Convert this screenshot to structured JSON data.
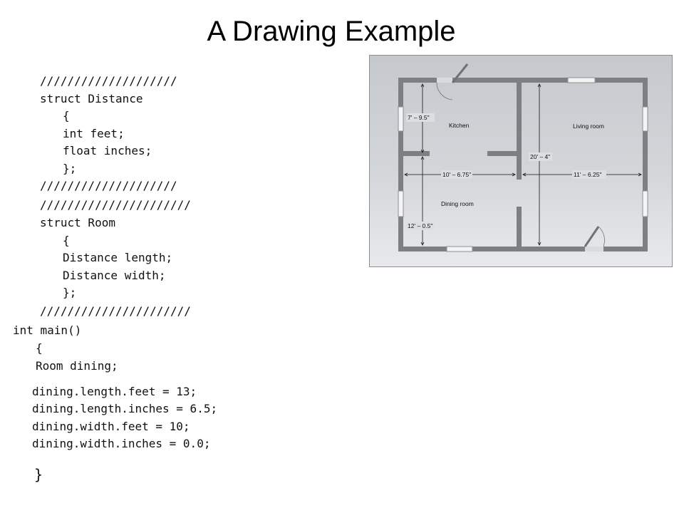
{
  "slide": {
    "title": "A Drawing Example"
  },
  "code": {
    "lines": [
      "////////////////////",
      "struct Distance",
      "{",
      "int feet;",
      "float inches;",
      "};",
      "////////////////////",
      "//////////////////////",
      "struct Room",
      "{",
      "Distance length;",
      "Distance width;",
      "};",
      "//////////////////////",
      "int main()",
      "{",
      "Room dining;",
      "dining.length.feet = 13;",
      "dining.length.inches = 6.5;",
      "dining.width.feet = 10;",
      "dining.width.inches = 0.0;",
      "}"
    ]
  },
  "floorplan": {
    "rooms": {
      "kitchen": "Kitchen",
      "living": "Living room",
      "dining": "Dining room"
    },
    "dimensions": {
      "kitchen_height": "7' – 9.5\"",
      "total_height": "20' – 4\"",
      "dining_width": "10' – 6.75\"",
      "living_width": "11' – 6.25\"",
      "dining_height": "12' – 0.5\""
    }
  }
}
